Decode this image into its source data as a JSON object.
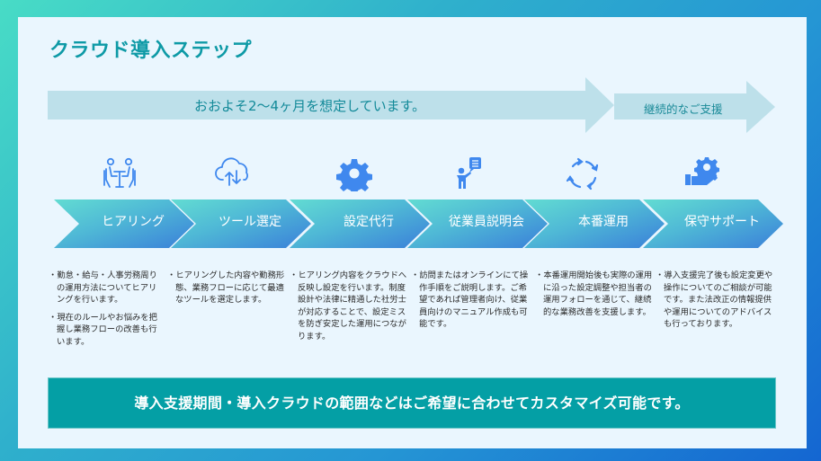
{
  "title": "クラウド導入ステップ",
  "timeline": {
    "main_label": "おおよそ2〜4ヶ月を想定しています。",
    "continuation_label": "継続的なご支援"
  },
  "colors": {
    "title": "#0e9aa6",
    "timeline_arrow": "#bde0ea",
    "chevron_start": "#5dd6d0",
    "chevron_end": "#3f82d8",
    "icon": "#3f88ee",
    "banner": "#049fa5"
  },
  "steps": [
    {
      "label": "ヒアリング",
      "icon": "meeting-icon",
      "bullets": [
        "勤怠・給与・人事労務周りの運用方法についてヒアリングを行います。",
        "現在のルールやお悩みを把握し業務フローの改善も行います。"
      ]
    },
    {
      "label": "ツール選定",
      "icon": "cloud-sync-icon",
      "bullets": [
        "ヒアリングした内容や勤務形態、業務フローに応じて最適なツールを選定します。"
      ]
    },
    {
      "label": "設定代行",
      "icon": "gear-icon",
      "bullets": [
        "ヒアリング内容をクラウドへ反映し設定を行います。制度設計や法律に精通した社労士が対応することで、設定ミスを防ぎ安定した運用につながります。"
      ]
    },
    {
      "label": "従業員説明会",
      "icon": "presenter-icon",
      "bullets": [
        "訪問またはオンラインにて操作手順をご説明します。ご希望であれば管理者向け、従業員向けのマニュアル作成も可能です。"
      ]
    },
    {
      "label": "本番運用",
      "icon": "cycle-arrows-icon",
      "bullets": [
        "本番運用開始後も実際の運用に沿った設定調整や担当者の運用フォローを通じて、継続的な業務改善を支援します。"
      ]
    },
    {
      "label": "保守サポート",
      "icon": "hand-gear-icon",
      "bullets": [
        "導入支援完了後も設定変更や操作についてのご相談が可能です。また法改正の情報提供や運用についてのアドバイスも行っております。"
      ]
    }
  ],
  "banner": {
    "text": "導入支援期間・導入クラウドの範囲などはご希望に合わせてカスタマイズ可能です。"
  }
}
